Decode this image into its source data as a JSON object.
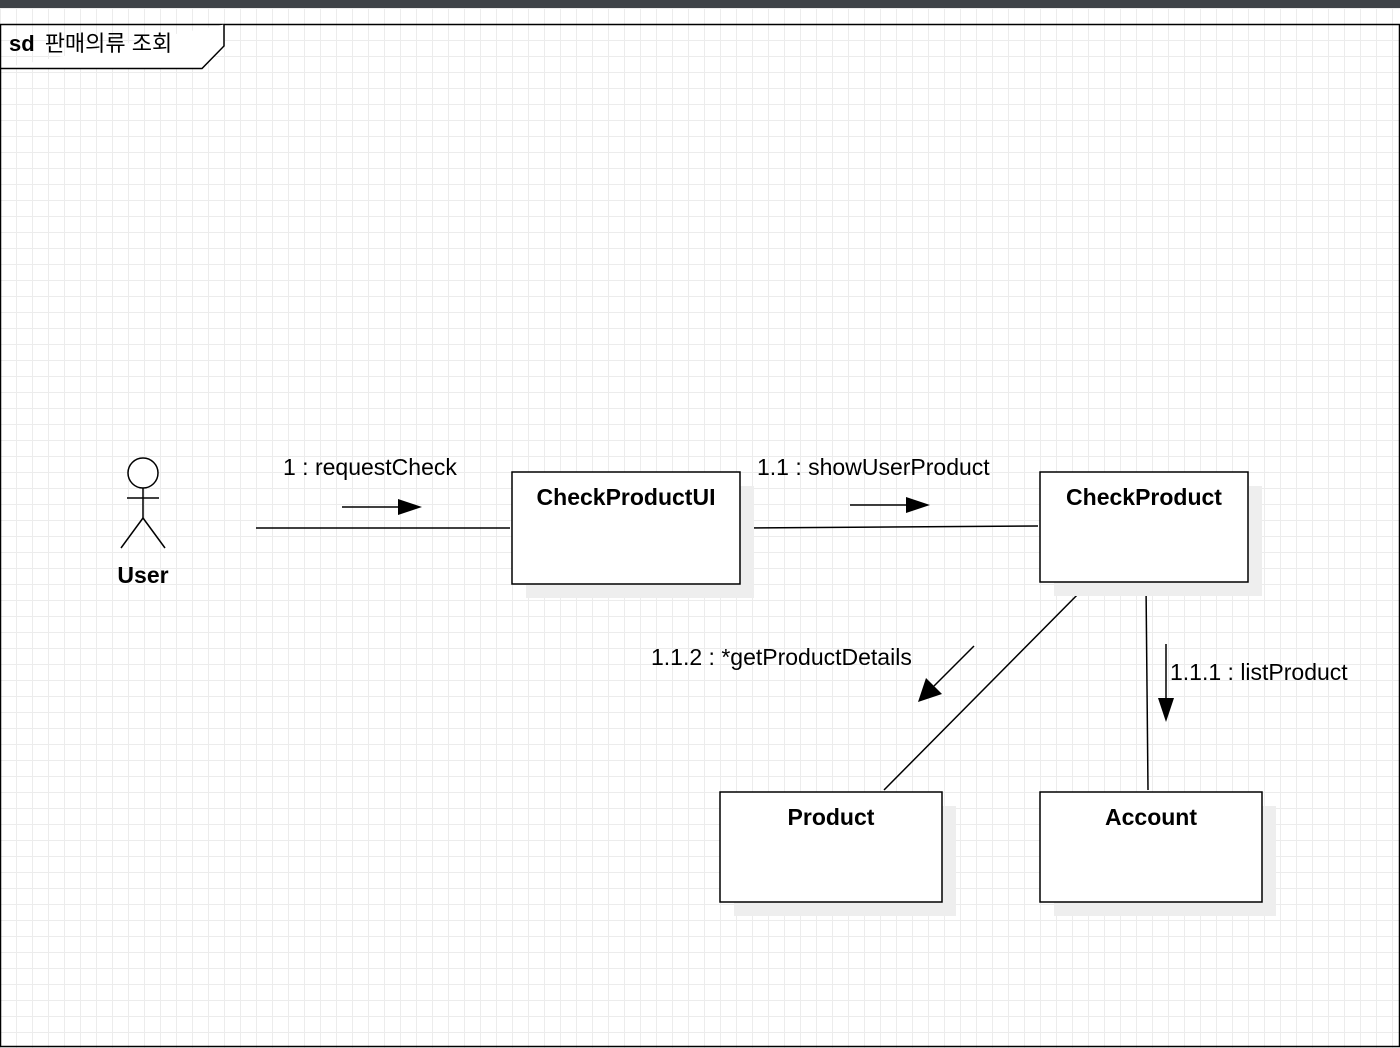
{
  "frame": {
    "keyword": "sd",
    "name": "판매의류 조회"
  },
  "actor": {
    "name": "User"
  },
  "objects": {
    "check_product_ui": "CheckProductUI",
    "check_product": "CheckProduct",
    "product": "Product",
    "account": "Account"
  },
  "messages": {
    "m1": "1 : requestCheck",
    "m1_1": "1.1 : showUserProduct",
    "m1_1_1": "1.1.1 : listProduct",
    "m1_1_2": "1.1.2 : *getProductDetails"
  }
}
